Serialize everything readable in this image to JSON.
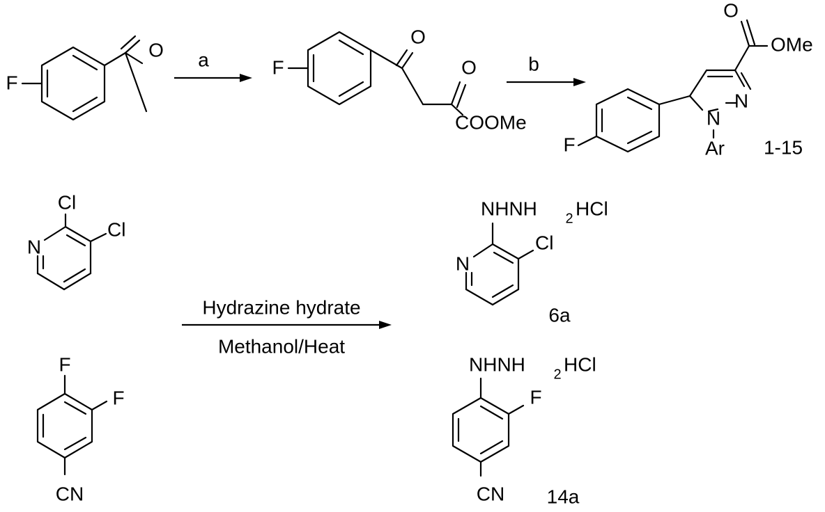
{
  "atoms": {
    "F": "F",
    "O": "O",
    "OMe": "OMe",
    "COOMe": "COOMe",
    "N": "N",
    "Ar": "Ar",
    "Cl": "Cl",
    "CN": "CN",
    "NHNH": "NHNH",
    "sub2": "2",
    "HCl": "HCl"
  },
  "reagents": {
    "a": "a",
    "b": "b",
    "hydrazine": "Hydrazine hydrate",
    "conditions": "Methanol/Heat"
  },
  "compounds": {
    "pyrazole": "1-15",
    "pyridyl_hydrazine": "6a",
    "aryl_hydrazine": "14a"
  }
}
